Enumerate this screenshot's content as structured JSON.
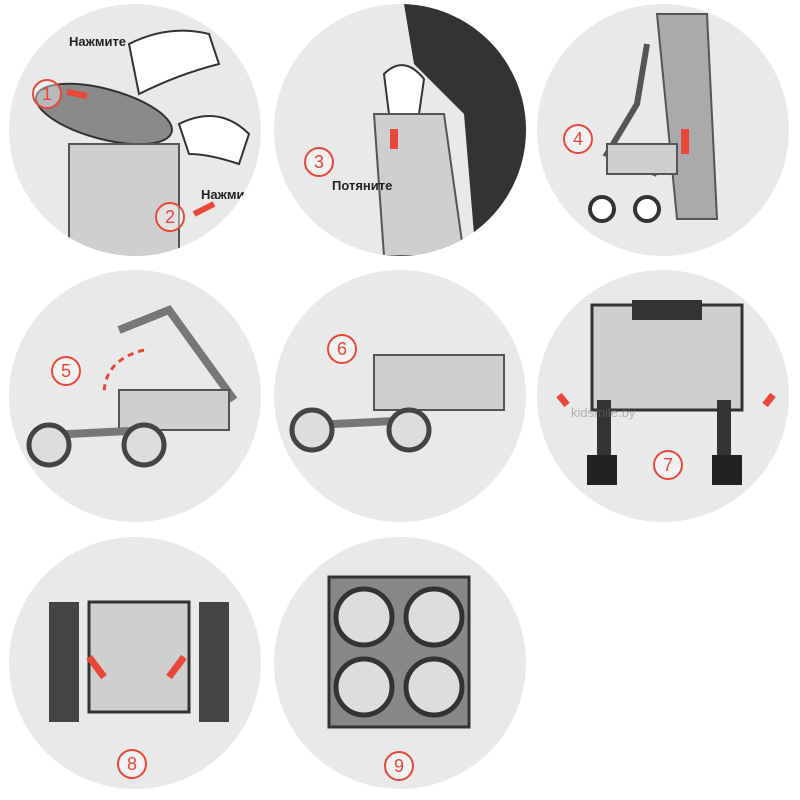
{
  "steps": [
    {
      "number": "1",
      "labels": [
        "Нажмите"
      ]
    },
    {
      "number": "2",
      "labels": [
        "Нажмите"
      ]
    },
    {
      "number": "3",
      "labels": [
        "Потяните"
      ]
    },
    {
      "number": "4"
    },
    {
      "number": "5"
    },
    {
      "number": "6"
    },
    {
      "number": "7"
    },
    {
      "number": "8"
    },
    {
      "number": "9"
    }
  ],
  "watermark": "kidsmile.by",
  "colors": {
    "accent": "#e8473a",
    "circle": "#e9e9e9",
    "frame": "#555555"
  }
}
